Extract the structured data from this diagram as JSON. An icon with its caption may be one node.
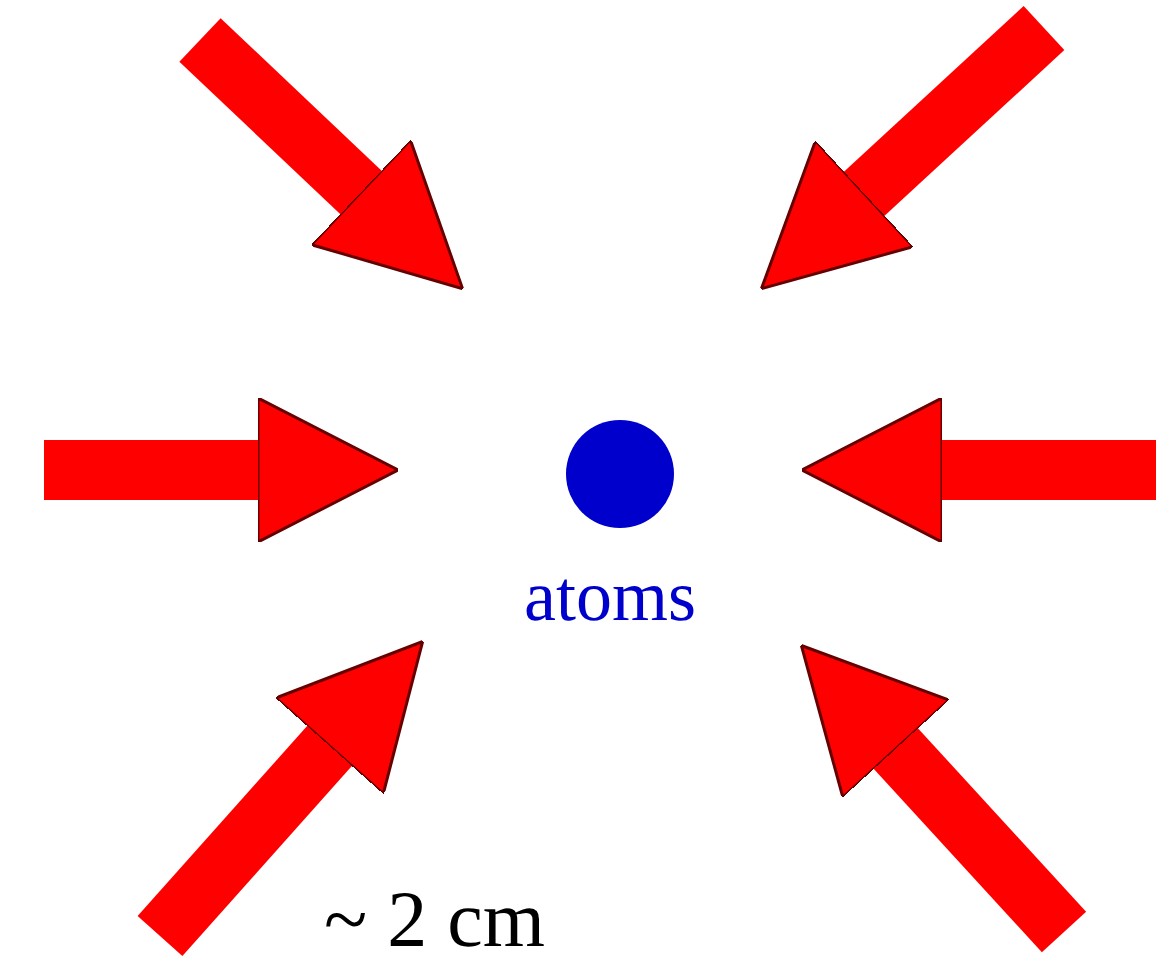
{
  "diagram": {
    "nodes": [
      {
        "text": [],
        "shape": "circle",
        "beside": [
          "atoms"
        ]
      }
    ],
    "labels": [
      "~ 2 cm"
    ]
  }
}
